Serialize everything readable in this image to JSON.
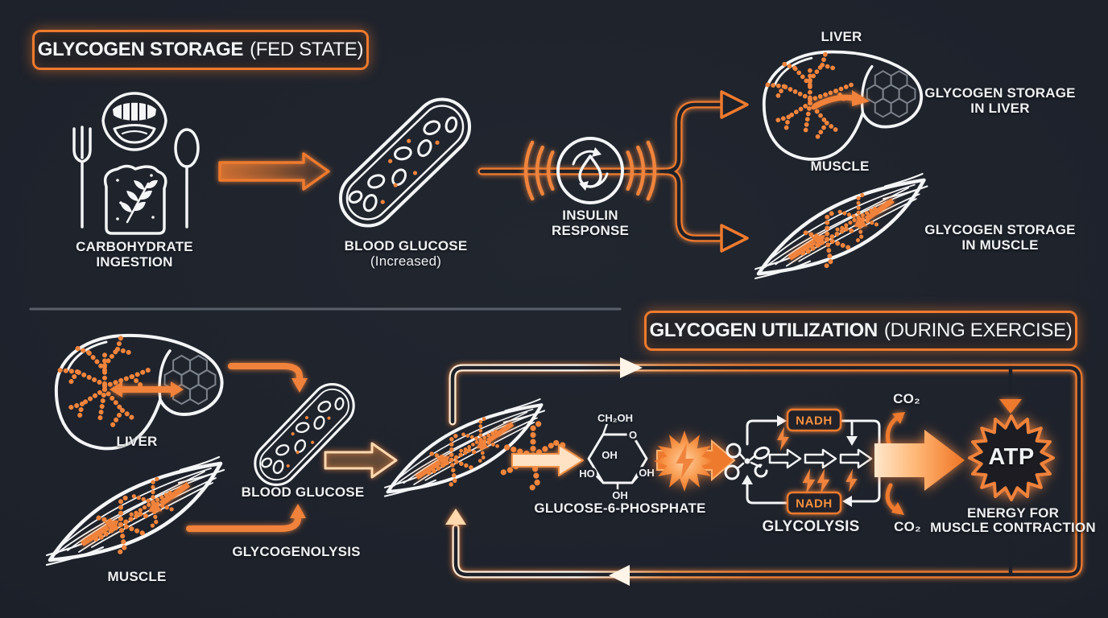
{
  "colors": {
    "background": "#1d212a",
    "accent_orange": "#ee7a2e",
    "glow_orange": "#ff8a3c",
    "bright_arrow": "#ffe2c4",
    "white_line": "#f4f5f6",
    "hexagon_gray": "#7d838c",
    "divider_gray": "#5a6069",
    "nadh_text": "#f5913f"
  },
  "storage": {
    "title": "GLYCOGEN STORAGE",
    "title_paren": "(FED STATE)",
    "carb_line1": "CARBOHYDRATE",
    "carb_line2": "INGESTION",
    "blood_line1": "BLOOD GLUCOSE",
    "blood_line2": "(Increased)",
    "insulin_line1": "INSULIN",
    "insulin_line2": "RESPONSE",
    "liver": "LIVER",
    "muscle": "MUSCLE",
    "liver_store_line1": "GLYCOGEN STORAGE",
    "liver_store_line2": "IN LIVER",
    "muscle_store_line1": "GLYCOGEN STORAGE",
    "muscle_store_line2": "IN MUSCLE"
  },
  "utilization": {
    "title": "GLYCOGEN UTILIZATION",
    "title_paren": "(DURING EXERCISE)",
    "liver": "LIVER",
    "muscle": "MUSCLE",
    "blood": "BLOOD GLUCOSE",
    "glycogenolysis": "GLYCOGENOLYSIS",
    "g6p": "GLUCOSE-6-PHOSPHATE",
    "molecule": {
      "ch2oh": "CH₂OH",
      "o": "O",
      "oh_ring": "OH",
      "ho": "HO",
      "oh_right": "OH",
      "oh_bottom": "OH"
    },
    "nadh_top": "NADH",
    "nadh_bottom": "NADH",
    "glycolysis": "GLYCOLYSIS",
    "co2_top": "CO₂",
    "co2_bottom": "CO₂",
    "atp": "ATP",
    "energy_line1": "ENERGY FOR",
    "energy_line2": "MUSCLE CONTRACTION"
  }
}
